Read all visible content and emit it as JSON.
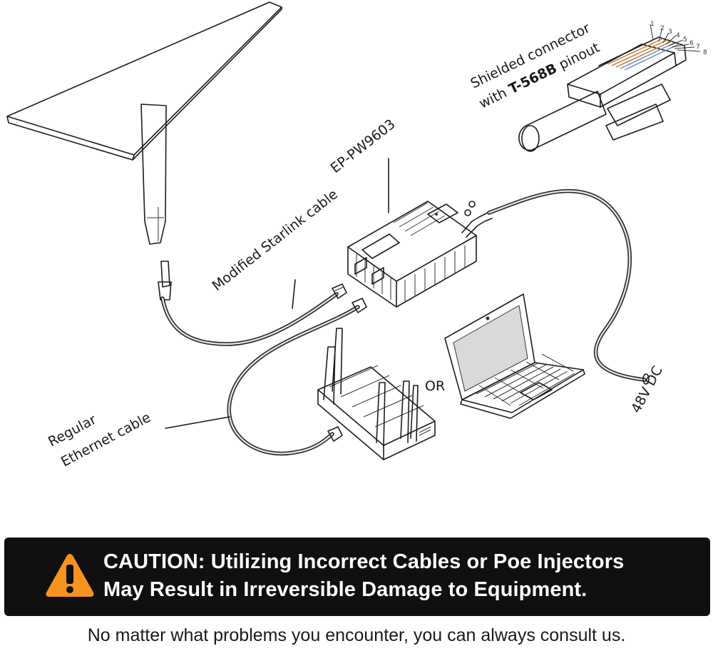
{
  "labels": {
    "modified_cable": "Modified Starlink cable",
    "regular_cable_line1": "Regular",
    "regular_cable_line2": "Ethernet cable",
    "injector": "EP-PW9603",
    "connector_line1": "Shielded connector",
    "connector_line2_prefix": "with ",
    "connector_line2_bold": "T-568B",
    "connector_line2_suffix": " pinout",
    "or": "OR",
    "power": "48V DC"
  },
  "pins": [
    "1",
    "2",
    "3",
    "4",
    "5",
    "6",
    "7",
    "8"
  ],
  "caution": {
    "line1": "CAUTION: Utilizing Incorrect Cables or Poe Injectors",
    "line2": "May Result in Irreversible Damage to Equipment."
  },
  "footer": "No matter what problems you encounter, you can always consult us.",
  "colors": {
    "banner": "#101010",
    "warning": "#f7931e",
    "text_on_banner": "#ffffff"
  },
  "icons": [
    "warning-triangle-icon"
  ]
}
